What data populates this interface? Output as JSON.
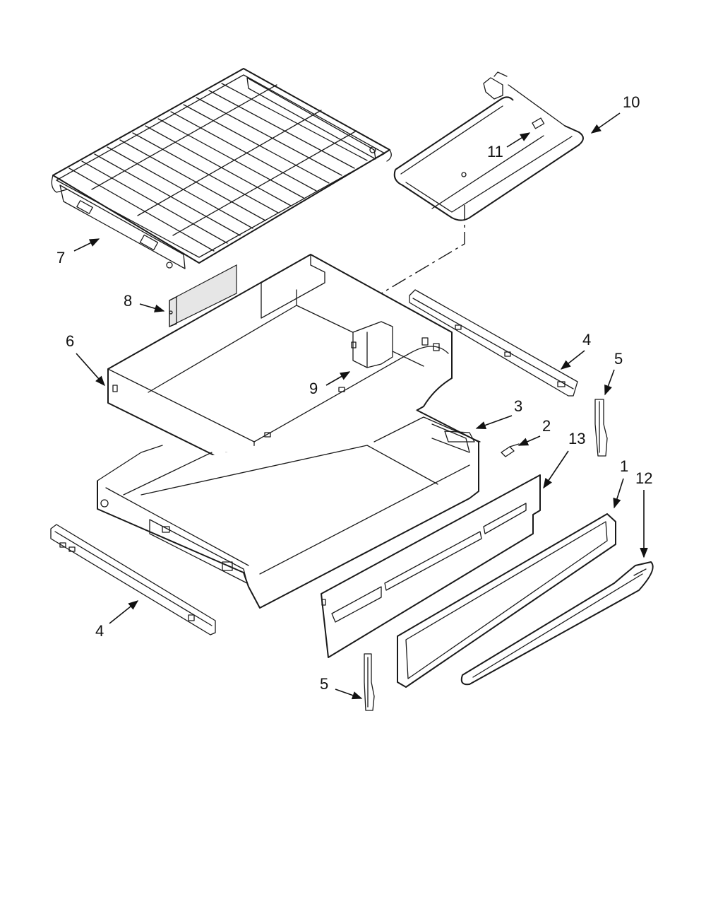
{
  "callouts": [
    {
      "id": "c7",
      "text": "7"
    },
    {
      "id": "c8",
      "text": "8"
    },
    {
      "id": "c6",
      "text": "6"
    },
    {
      "id": "c9",
      "text": "9"
    },
    {
      "id": "c10",
      "text": "10"
    },
    {
      "id": "c11",
      "text": "11"
    },
    {
      "id": "c4a",
      "text": "4"
    },
    {
      "id": "c5a",
      "text": "5"
    },
    {
      "id": "c3",
      "text": "3"
    },
    {
      "id": "c2",
      "text": "2"
    },
    {
      "id": "c13",
      "text": "13"
    },
    {
      "id": "c1",
      "text": "1"
    },
    {
      "id": "c12",
      "text": "12"
    },
    {
      "id": "c4b",
      "text": "4"
    },
    {
      "id": "c5b",
      "text": "5"
    }
  ],
  "colors": {
    "line": "#1a1a1a",
    "background": "#ffffff"
  }
}
